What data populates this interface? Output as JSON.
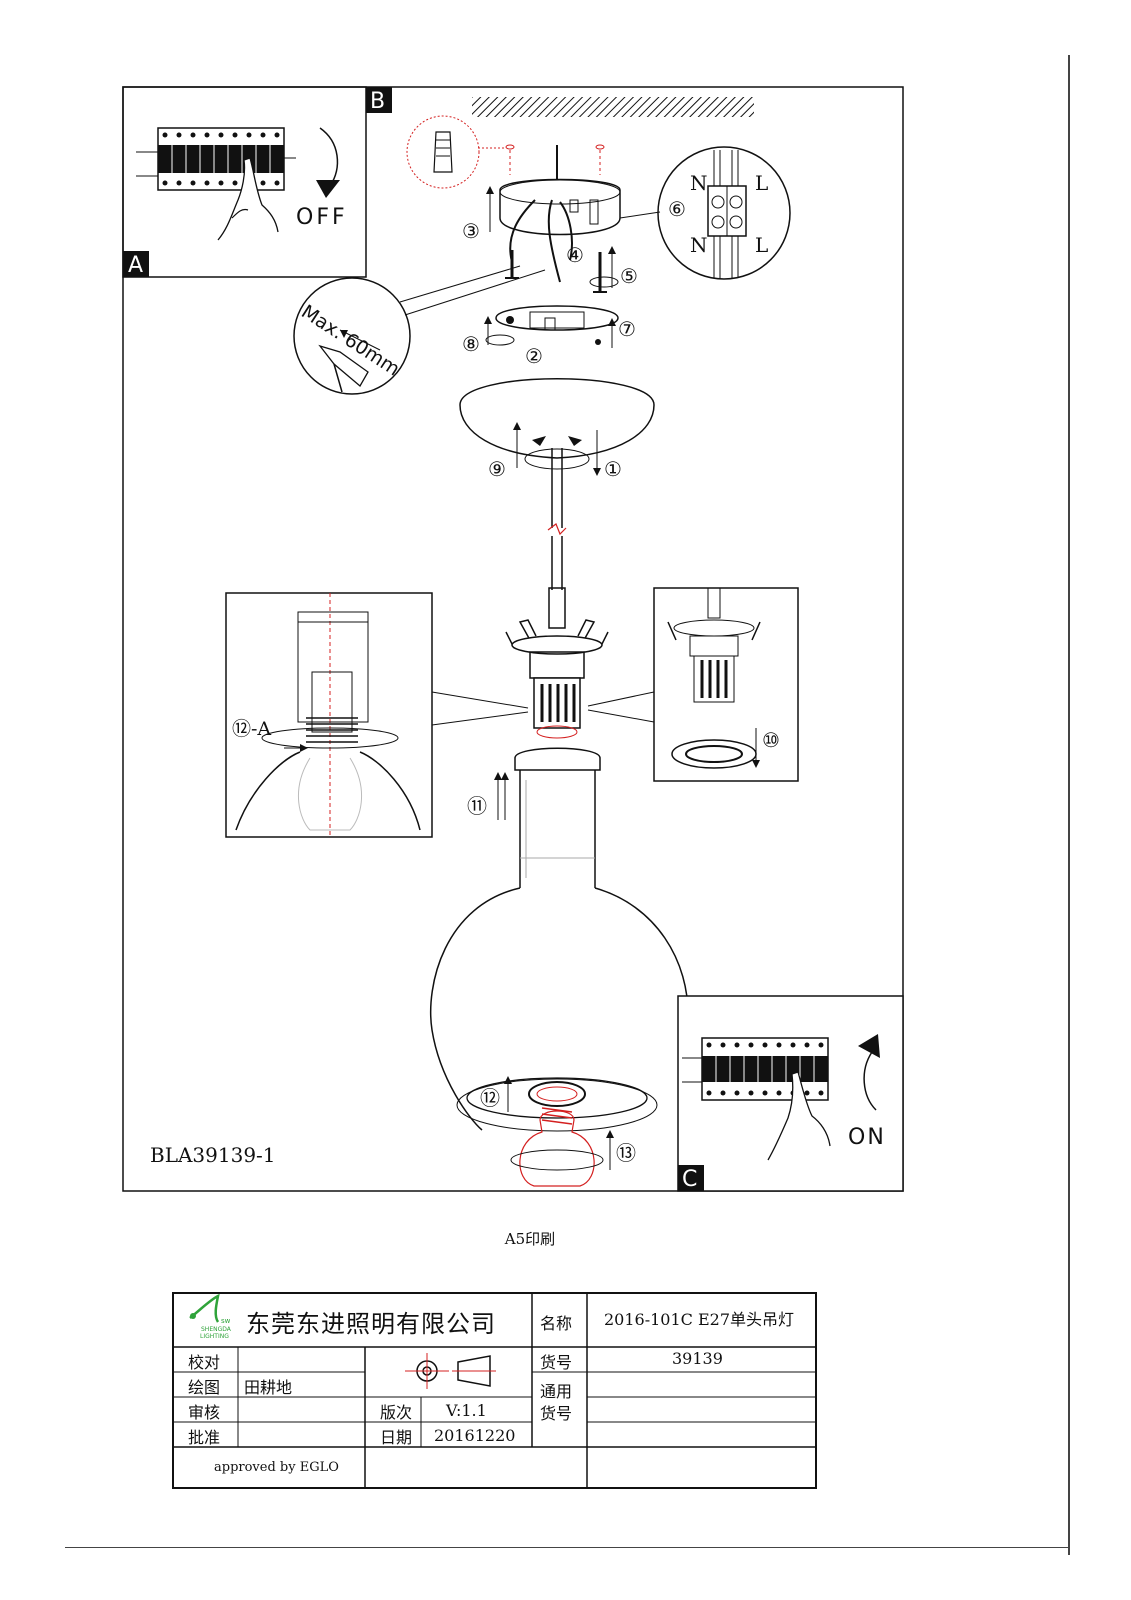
{
  "drawing": {
    "model_code": "BLA39139-1",
    "panel_a": {
      "label": "A",
      "text": "OFF"
    },
    "panel_b": {
      "label": "B"
    },
    "panel_c": {
      "label": "C",
      "text": "ON"
    },
    "terminal": {
      "n_top": "N",
      "l_top": "L",
      "n_bottom": "N",
      "l_bottom": "L"
    },
    "strip_note": "Max. 60mm",
    "detail_12a": "⑫-A",
    "steps": {
      "s1": "①",
      "s2": "②",
      "s3": "③",
      "s4": "④",
      "s5": "⑤",
      "s6": "⑥",
      "s7": "⑦",
      "s8": "⑧",
      "s9": "⑨",
      "s10": "⑩",
      "s11": "⑪",
      "s12": "⑫",
      "s13": "⑬"
    }
  },
  "print_note": "A5印刷",
  "title_block": {
    "logo_text_1": "SHENGDA",
    "logo_text_2": "LIGHTING",
    "company": "东莞东进照明有限公司",
    "labels": {
      "check": "校对",
      "draw": "绘图",
      "review": "审核",
      "approve": "批准",
      "version": "版次",
      "date": "日期",
      "name": "名称",
      "item_no": "货号",
      "common_item_1": "通用",
      "common_item_2": "货号"
    },
    "values": {
      "drawer": "田耕地",
      "version": "V:1.1",
      "date": "20161220",
      "name": "2016-101C E27单头吊灯",
      "item_no": "39139"
    },
    "approved_by": "approved by EGLO"
  },
  "colors": {
    "line": "#111111",
    "red": "#d42020",
    "logo_green": "#2fa33a"
  }
}
